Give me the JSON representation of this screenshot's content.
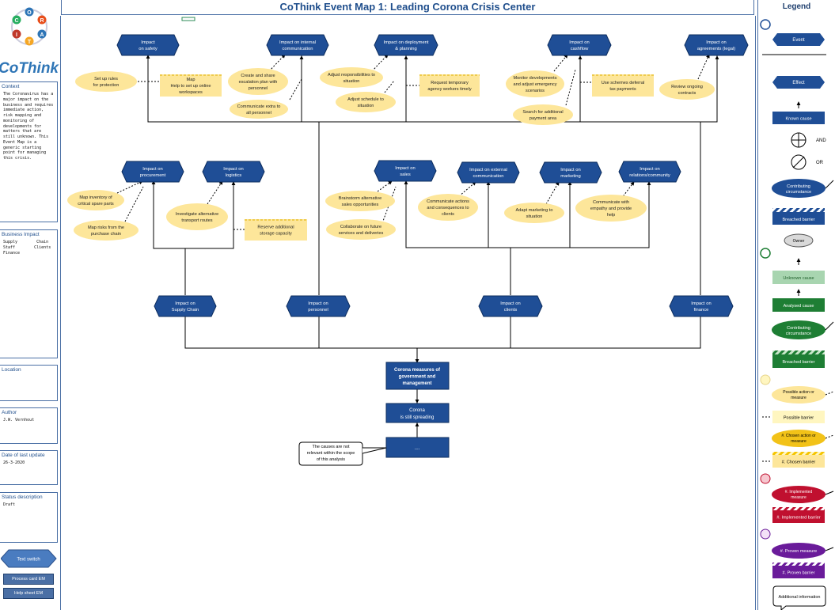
{
  "title": "CoThink Event Map 1:  Leading Corona Crisis Center",
  "brand": {
    "logo_text": "CoThink",
    "wheel_letters": [
      "O",
      "R",
      "A",
      "T",
      "I",
      "C"
    ]
  },
  "side": {
    "context_title": "Context",
    "context_text": "The Coronavirus has a major impact on the business and requires immediate action, risk mapping and monitoring of developments for matters that are still unknown. This Event Map is a generic starting point for managing this crisis.",
    "impact_title": "Business Impact",
    "impact_text": "Supply        Chain\nStaff        Clients\nFinance",
    "location_title": "Location",
    "location_text": "",
    "author_title": "Author",
    "author_text": "J.W. Vernhout",
    "date_title": "Date of last update",
    "date_text": "26-3-2020",
    "status_title": "Status description",
    "status_text": "Draft",
    "text_switch": "Text switch",
    "process_card": "Process card  EM",
    "help_sheet": "Help sheet EM"
  },
  "colors": {
    "event": "#1f4e96",
    "action": "#fde69a",
    "barrier": "#fde69a"
  },
  "events": [
    {
      "id": "safety",
      "l1": "Impact",
      "l2": "on safety"
    },
    {
      "id": "internal",
      "l1": "Impact on internal",
      "l2": "communication"
    },
    {
      "id": "deployment",
      "l1": "Impact on deployment",
      "l2": "& planning"
    },
    {
      "id": "cashflow",
      "l1": "Impact on",
      "l2": "cashflow"
    },
    {
      "id": "agreements",
      "l1": "Impact on",
      "l2": "agreements (legal)"
    },
    {
      "id": "procurement",
      "l1": "Impact on",
      "l2": "procurement"
    },
    {
      "id": "logistics",
      "l1": "Impact on",
      "l2": "logistics"
    },
    {
      "id": "sales",
      "l1": "Impact on",
      "l2": "sales"
    },
    {
      "id": "extcomm",
      "l1": "Impact on external",
      "l2": "communication"
    },
    {
      "id": "marketing",
      "l1": "Impact on",
      "l2": "marketing"
    },
    {
      "id": "relations",
      "l1": "Impact on",
      "l2": "relations/community"
    },
    {
      "id": "supply",
      "l1": "Impact on",
      "l2": "Supply Chain"
    },
    {
      "id": "personnel",
      "l1": "Impact on",
      "l2": "personnel"
    },
    {
      "id": "clients",
      "l1": "Impact on",
      "l2": "clients"
    },
    {
      "id": "finance",
      "l1": "Impact on",
      "l2": "finance"
    }
  ],
  "corona_measures": [
    "Corona measures of",
    "government and",
    "management"
  ],
  "corona_spreading": [
    "Corona",
    "is still spreading"
  ],
  "unknown_box": "....",
  "note": [
    "The causes are not",
    "relevant within the scope",
    "of this analysis"
  ],
  "actions": [
    {
      "id": "a1",
      "lines": [
        "Set up rules",
        "for protection"
      ]
    },
    {
      "id": "a2",
      "lines": [
        "Create and share",
        "escalation plan with",
        "personnel"
      ]
    },
    {
      "id": "a3",
      "lines": [
        "Communicate extra to",
        "all personnel"
      ]
    },
    {
      "id": "a4",
      "lines": [
        "Adjust responsibilities to",
        "situation"
      ]
    },
    {
      "id": "a5",
      "lines": [
        "Adjust schedule to",
        "situation"
      ]
    },
    {
      "id": "a6",
      "lines": [
        "Monitor developments",
        "and adjust emergency",
        "scenarios"
      ]
    },
    {
      "id": "a7",
      "lines": [
        "Search for additional",
        "payment area"
      ]
    },
    {
      "id": "a8",
      "lines": [
        "Review ongoing",
        "contracts"
      ]
    },
    {
      "id": "a9",
      "lines": [
        "Map inventory of",
        "critical spare parts"
      ]
    },
    {
      "id": "a10",
      "lines": [
        "Map risks from the",
        "purchase chain"
      ]
    },
    {
      "id": "a11",
      "lines": [
        "Investigate alternative",
        "transport routes"
      ]
    },
    {
      "id": "a12",
      "lines": [
        "Brainstorm alternative",
        "sales opportunities"
      ]
    },
    {
      "id": "a13",
      "lines": [
        "Collaborate on future",
        "services and deliveries"
      ]
    },
    {
      "id": "a14",
      "lines": [
        "Communicate actions",
        "and consequences to",
        "clients"
      ]
    },
    {
      "id": "a15",
      "lines": [
        "Adapt marketing to",
        "situation"
      ]
    },
    {
      "id": "a16",
      "lines": [
        "Communicate with",
        "empathy and provide",
        "help"
      ]
    }
  ],
  "barriers": [
    {
      "id": "b1",
      "lines": [
        "Map",
        "Help to set up online",
        "workspaces"
      ]
    },
    {
      "id": "b2",
      "lines": [
        "Request temporary",
        "agency workers timely"
      ]
    },
    {
      "id": "b3",
      "lines": [
        "Use schemes deferral",
        "tax payments"
      ]
    },
    {
      "id": "b4",
      "lines": [
        "Reserve additional",
        "storage capacity"
      ]
    }
  ],
  "legend": {
    "title": "Legend",
    "event": "Event",
    "effect": "Effect",
    "known_cause": "Known cause",
    "and": "AND",
    "or": "OR",
    "contributing1": [
      "Contributing",
      "circumstance"
    ],
    "breached1": "Breached barrier",
    "owner": "Owner",
    "unknown_cause": "Unknown cause",
    "analysed_cause": "Analysed cause",
    "contributing2": [
      "Contributing",
      "circumstance"
    ],
    "breached2": "Breached barrier",
    "possible_action": [
      "Possible action or",
      "measure"
    ],
    "possible_barrier": "Possible barrier",
    "chosen_action": [
      "#. Chosen action or",
      "measure"
    ],
    "chosen_barrier": "#. Chosen barrier",
    "implemented_measure": [
      "#. Implemented",
      "measure"
    ],
    "implemented_barrier": "#. Implemented barrier",
    "proven_measure": "#. Proven measure",
    "proven_barrier": "#. Proven barrier",
    "additional_info": "Additional information"
  }
}
